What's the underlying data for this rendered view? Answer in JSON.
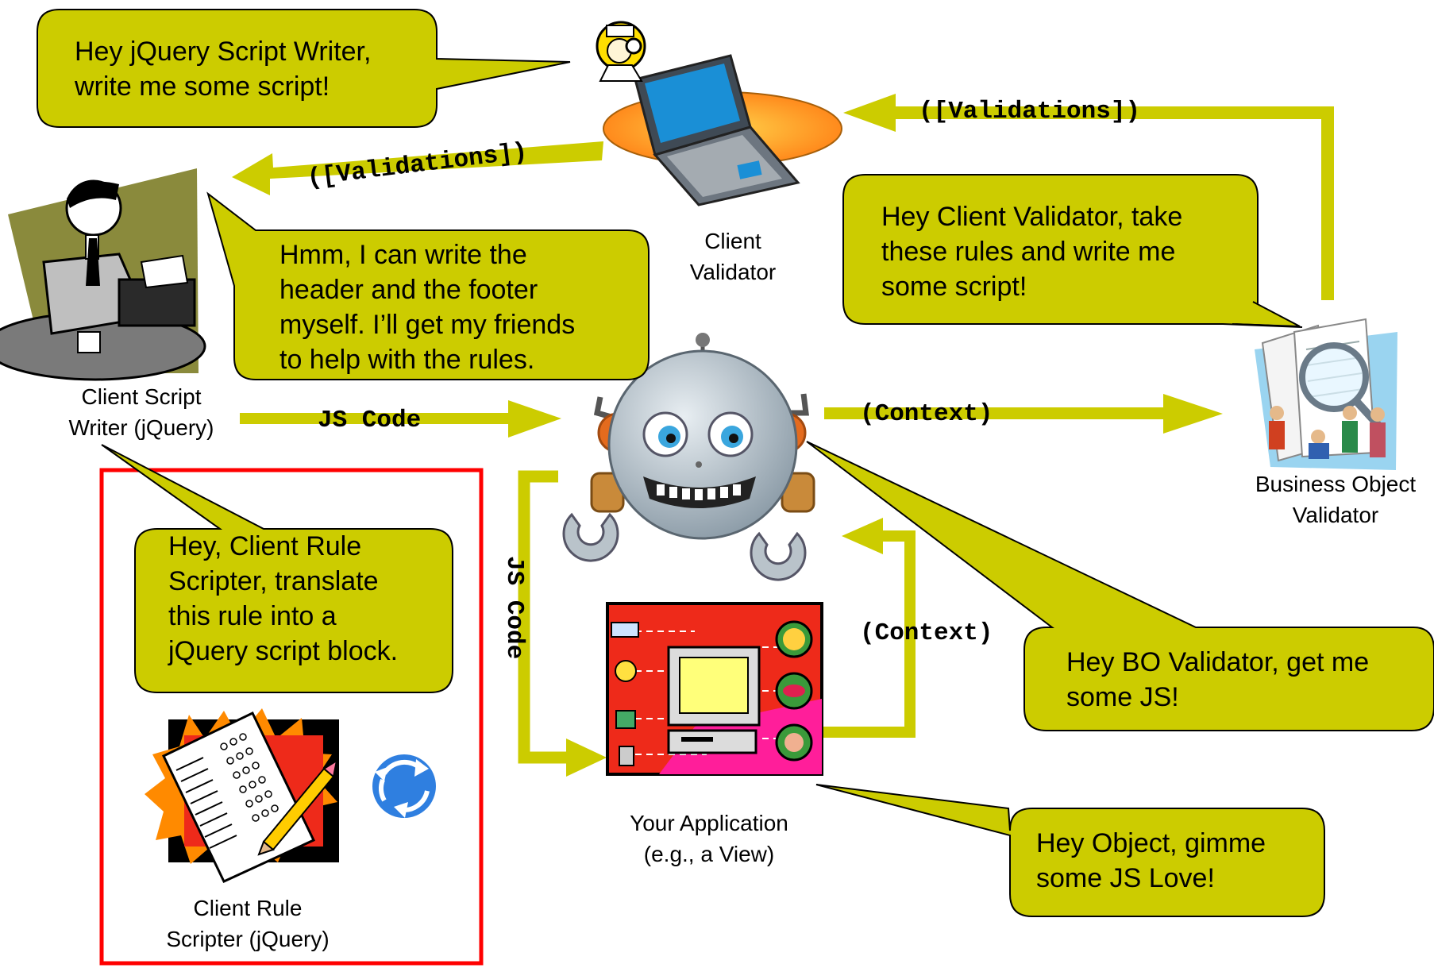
{
  "colors": {
    "bubble_fill": "#cccc00",
    "bubble_stroke": "#000000",
    "arrow": "#cccc00",
    "highlight_box": "#ff0000",
    "background": "#ffffff"
  },
  "bubbles": {
    "writer_request": [
      "Hey jQuery Script Writer,",
      "write me some script!"
    ],
    "writer_thought": [
      "Hmm, I can write the",
      "header and the footer",
      "myself. I’ll get my friends",
      "to help with the rules."
    ],
    "validator_request": [
      "Hey Client Validator, take",
      "these rules and write me",
      "some script!"
    ],
    "scripter_request": [
      "Hey, Client Rule",
      "Scripter, translate",
      "this rule into a",
      "jQuery script block."
    ],
    "bo_request": [
      "Hey BO Validator, get me",
      "some JS!"
    ],
    "object_request": [
      "Hey Object, gimme",
      "some JS Love!"
    ]
  },
  "actors": {
    "client_validator": [
      "Client",
      "Validator"
    ],
    "client_script_writer": [
      "Client Script",
      "Writer (jQuery)"
    ],
    "business_object_validator": [
      "Business Object",
      "Validator"
    ],
    "your_application": [
      "Your Application",
      "(e.g., a View)"
    ],
    "client_rule_scripter": [
      "Client Rule",
      "Scripter (jQuery)"
    ]
  },
  "arrow_labels": {
    "validations_to_client": "([Validations])",
    "validations_to_writer": "([Validations])",
    "js_code_to_hub": "JS Code",
    "context_to_bo": "(Context)",
    "js_code_to_app": "JS Code",
    "context_from_app": "(Context)"
  },
  "icons": {
    "client_validator": "laptop-with-inspector-icon",
    "client_script_writer": "man-at-typewriter-icon",
    "hub": "robot-icon",
    "business_object_validator": "people-with-magnifier-icon",
    "your_application": "multimedia-computer-icon",
    "client_rule_scripter": "document-with-pencil-icon",
    "refresh": "refresh-cycle-icon"
  }
}
